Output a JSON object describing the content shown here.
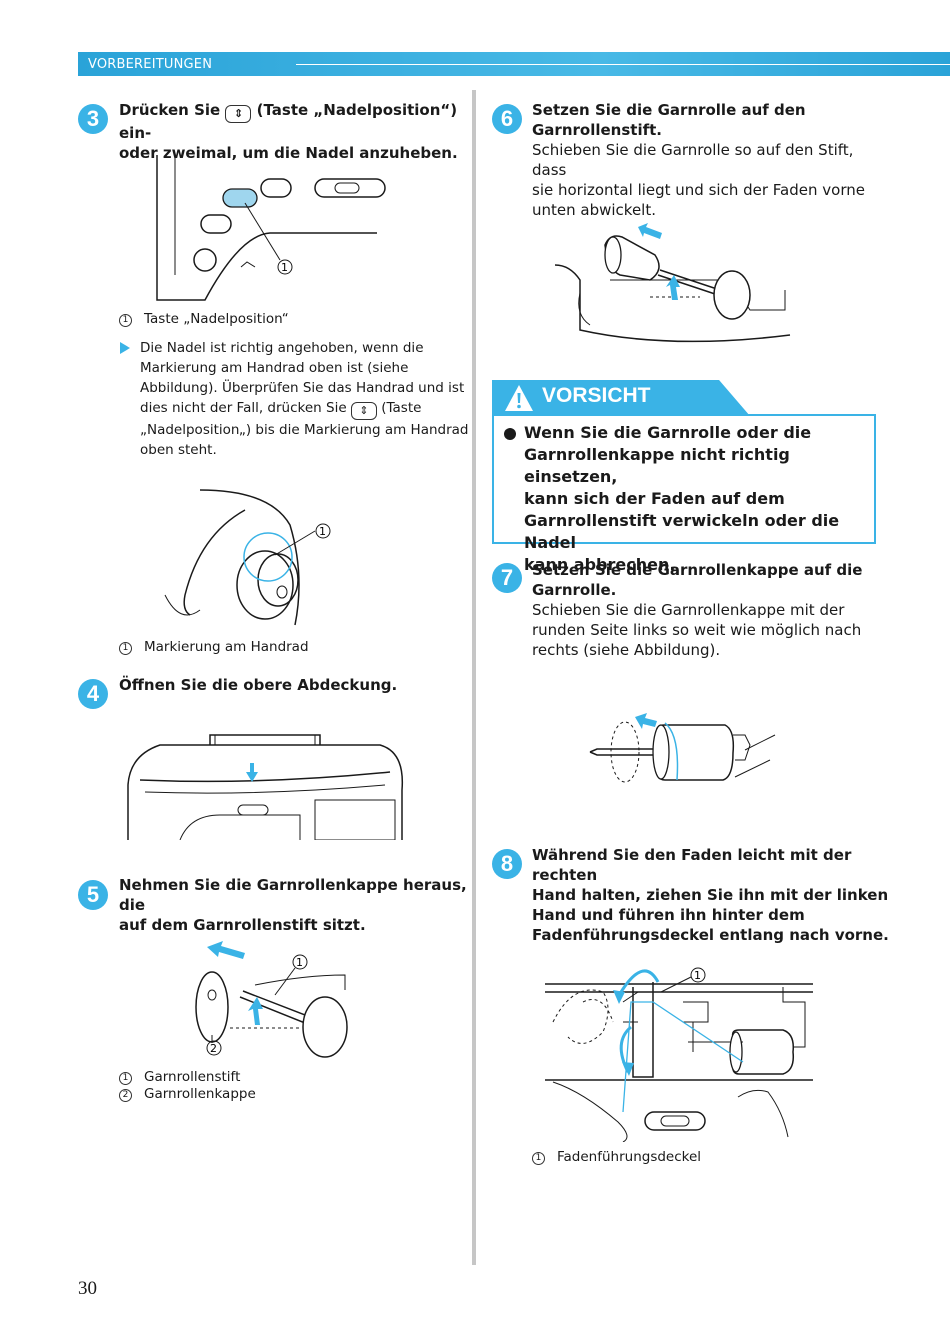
{
  "header": {
    "section": "VORBEREITUNGEN"
  },
  "page_number": "30",
  "steps": {
    "s3": {
      "num": "3",
      "title_pre": "Drücken Sie",
      "title_post": "(Taste „Nadelposition“) ein-",
      "title_line2": "oder zweimal, um die Nadel anzuheben.",
      "caption1": "Taste „Nadelposition“",
      "note_lines": [
        "Die Nadel ist richtig angehoben, wenn die",
        "Markierung am Handrad oben ist (siehe",
        "Abbildung). Überprüfen Sie das Handrad und ist"
      ],
      "note_line4_pre": "dies nicht der Fall, drücken Sie",
      "note_line4_post": "(Taste",
      "note_line5": "„Nadelposition„) bis die Markierung am Handrad",
      "note_line6": "oben steht.",
      "caption2": "Markierung am Handrad"
    },
    "s4": {
      "num": "4",
      "title": "Öffnen Sie die obere Abdeckung."
    },
    "s5": {
      "num": "5",
      "title_lines": [
        "Nehmen Sie die Garnrollenkappe heraus, die",
        "auf dem Garnrollenstift sitzt."
      ],
      "captions": [
        "Garnrollenstift",
        "Garnrollenkappe"
      ]
    },
    "s6": {
      "num": "6",
      "title_lines": [
        "Setzen Sie die Garnrolle auf den",
        "Garnrollenstift."
      ],
      "text_lines": [
        "Schieben Sie die Garnrolle so auf den Stift, dass",
        "sie horizontal liegt und sich der Faden vorne",
        "unten abwickelt."
      ]
    },
    "caution": {
      "title": "VORSICHT",
      "text_lines": [
        "Wenn Sie die Garnrolle oder die",
        "Garnrollenkappe nicht richtig einsetzen,",
        "kann sich der Faden auf dem",
        "Garnrollenstift verwickeln oder die Nadel",
        "kann abbrechen."
      ]
    },
    "s7": {
      "num": "7",
      "title_lines": [
        "Setzen Sie die Garnrollenkappe auf die",
        "Garnrolle."
      ],
      "text_lines": [
        "Schieben Sie die Garnrollenkappe mit der",
        "runden Seite links so weit wie möglich nach",
        "rechts (siehe Abbildung)."
      ]
    },
    "s8": {
      "num": "8",
      "title_lines": [
        "Während Sie den Faden leicht mit der rechten",
        "Hand halten, ziehen Sie ihn mit der linken",
        "Hand und führen ihn hinter dem",
        "Fadenführungsdeckel entlang nach vorne."
      ],
      "caption": "Fadenführungsdeckel"
    }
  },
  "callouts": {
    "one": "1",
    "two": "2"
  },
  "colors": {
    "accent": "#3ab3e6",
    "spool": "#9fd6ee"
  }
}
